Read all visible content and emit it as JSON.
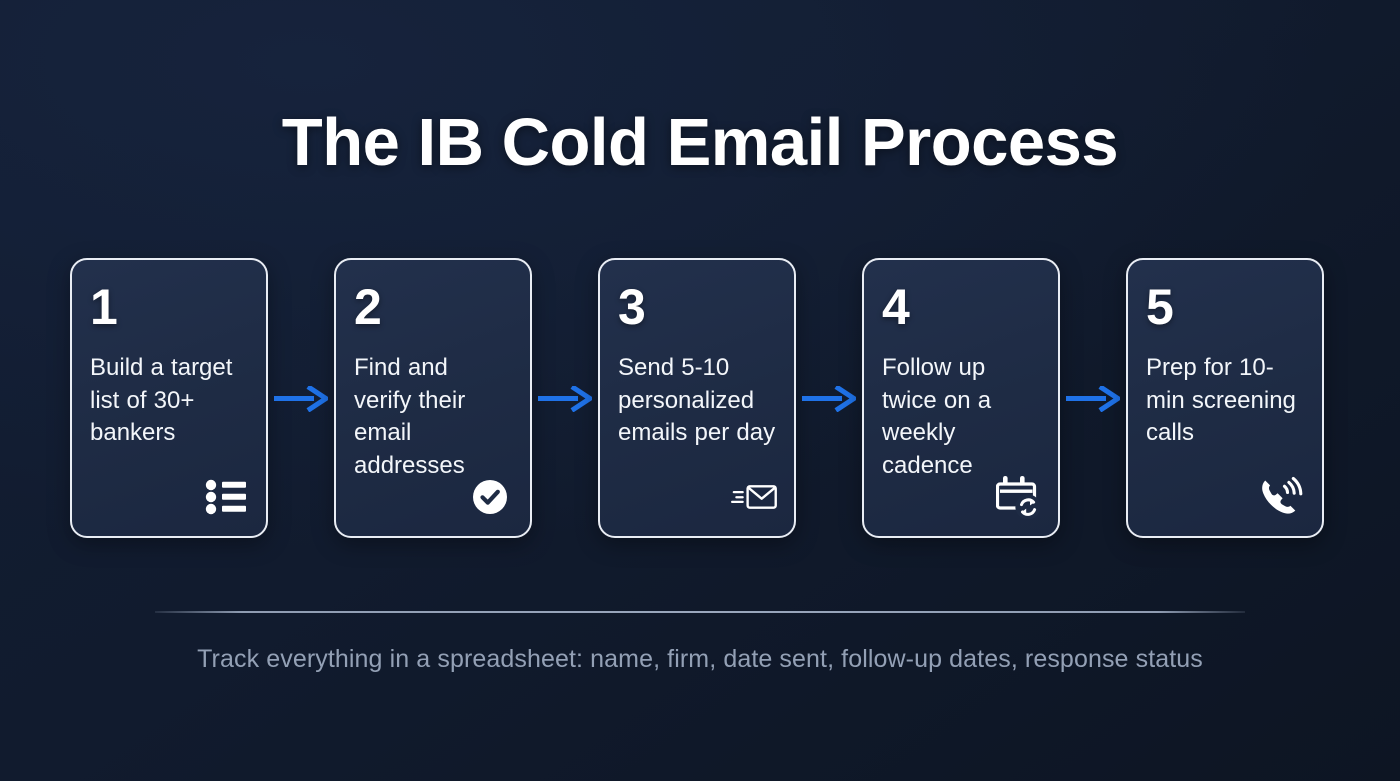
{
  "title": "The IB Cold Email Process",
  "colors": {
    "background_top": "#121d33",
    "background_bottom": "#0d1523",
    "card_fill": "#1e2b44",
    "card_border": "#e9edf4",
    "arrow": "#1f72e8",
    "text_primary": "#ffffff",
    "text_muted": "#93a0b5",
    "divider": "#9aa7bd"
  },
  "steps": [
    {
      "number": "1",
      "text": "Build a target list of 30+ bankers",
      "icon": "bullet-list-icon"
    },
    {
      "number": "2",
      "text": "Find and verify their email addresses",
      "icon": "check-circle-icon"
    },
    {
      "number": "3",
      "text": "Send 5-10 personalized emails per day",
      "icon": "send-email-icon"
    },
    {
      "number": "4",
      "text": "Follow up twice on a weekly cadence",
      "icon": "calendar-repeat-icon"
    },
    {
      "number": "5",
      "text": "Prep for 10-min screening calls",
      "icon": "phone-ringing-icon"
    }
  ],
  "connectors": [
    {
      "icon": "arrow-right-icon"
    },
    {
      "icon": "arrow-right-icon"
    },
    {
      "icon": "arrow-right-icon"
    },
    {
      "icon": "arrow-right-icon"
    }
  ],
  "footer": {
    "note": "Track everything in a spreadsheet: name, firm, date sent, follow-up dates, response status"
  }
}
